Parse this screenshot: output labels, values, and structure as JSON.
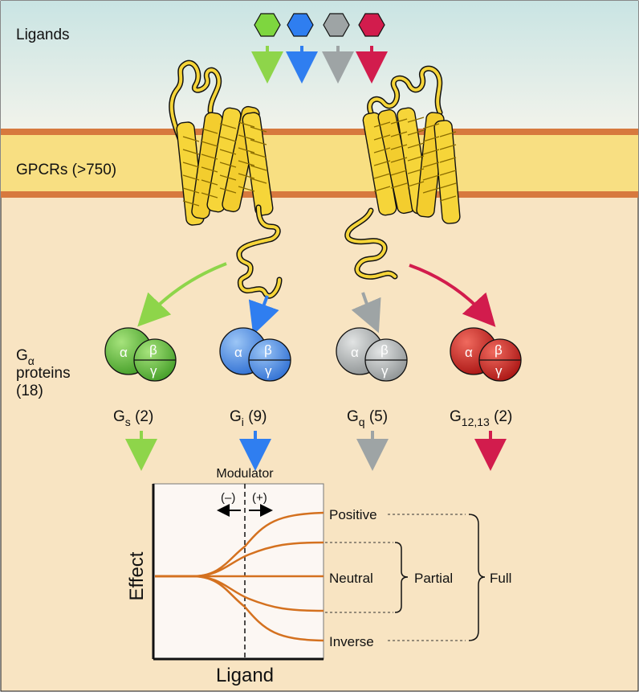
{
  "labels": {
    "ligands": "Ligands",
    "gpcrs": "GPCRs (>750)",
    "galpha_main": "G",
    "galpha_sub": "α",
    "proteins": "proteins",
    "proteins_count": "(18)",
    "modulator": "Modulator",
    "minus": "(–)",
    "plus": "(+)",
    "effect": "Effect",
    "ligand_axis": "Ligand"
  },
  "ligand_colors": [
    "#7ed63f",
    "#2f7ef0",
    "#9ea4a5",
    "#d21c4d"
  ],
  "gproteins": [
    {
      "main": "G",
      "sub": "s",
      "count": "(2)",
      "color": "#6fc53b",
      "alpha": "α",
      "beta": "β",
      "gamma": "γ"
    },
    {
      "main": "G",
      "sub": "i",
      "count": "(9)",
      "color": "#4e93ea",
      "alpha": "α",
      "beta": "β",
      "gamma": "γ"
    },
    {
      "main": "G",
      "sub": "q",
      "count": "(5)",
      "color": "#b4b8b9",
      "alpha": "α",
      "beta": "β",
      "gamma": "γ"
    },
    {
      "main": "G",
      "sub": "12,13",
      "count": "(2)",
      "color": "#d8262a",
      "alpha": "α",
      "beta": "β",
      "gamma": "γ"
    }
  ],
  "curves": {
    "positive": "Positive",
    "neutral": "Neutral",
    "inverse": "Inverse",
    "partial": "Partial",
    "full": "Full"
  }
}
